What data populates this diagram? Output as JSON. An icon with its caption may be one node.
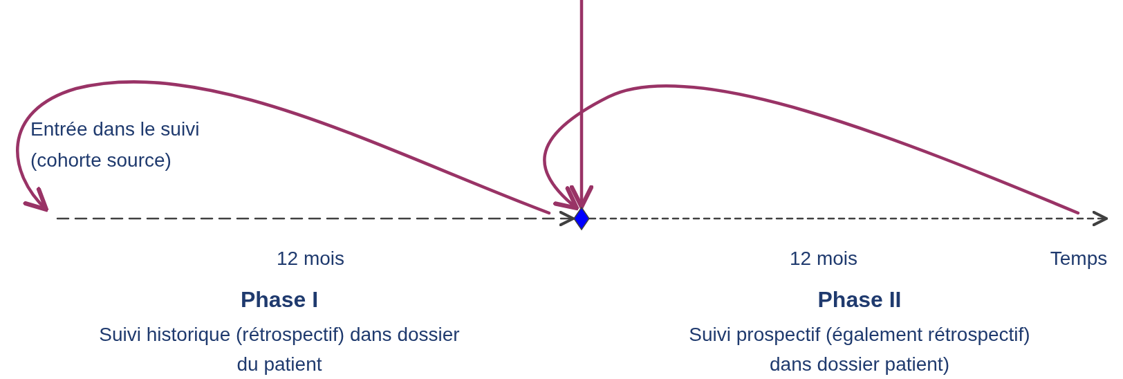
{
  "diagram": {
    "nodes": [
      {
        "text": [
          "Entrée dans le suivi (cohorte source)"
        ]
      },
      {
        "text": [],
        "shape": "diamond"
      }
    ],
    "edges": [
      {
        "from": null,
        "to": 1,
        "arrow": "to",
        "style": "dashed",
        "color": "#404040"
      },
      {
        "from": 1,
        "to": null,
        "arrow": "to",
        "style": "dashed",
        "color": "#404040"
      },
      {
        "from": null,
        "to": 0,
        "arrow": "to"
      },
      {
        "from": null,
        "to": 1,
        "arrow": "to"
      },
      {
        "from": null,
        "to": 1,
        "arrow": "to"
      }
    ],
    "labels": [
      "12 mois",
      "12 mois",
      "Temps",
      "Phase I",
      "Suivi historique (rétrospectif) dans dossier du patient",
      "Phase II",
      "Suivi prospectif (également rétrospectif) dans dossier patient)"
    ]
  }
}
